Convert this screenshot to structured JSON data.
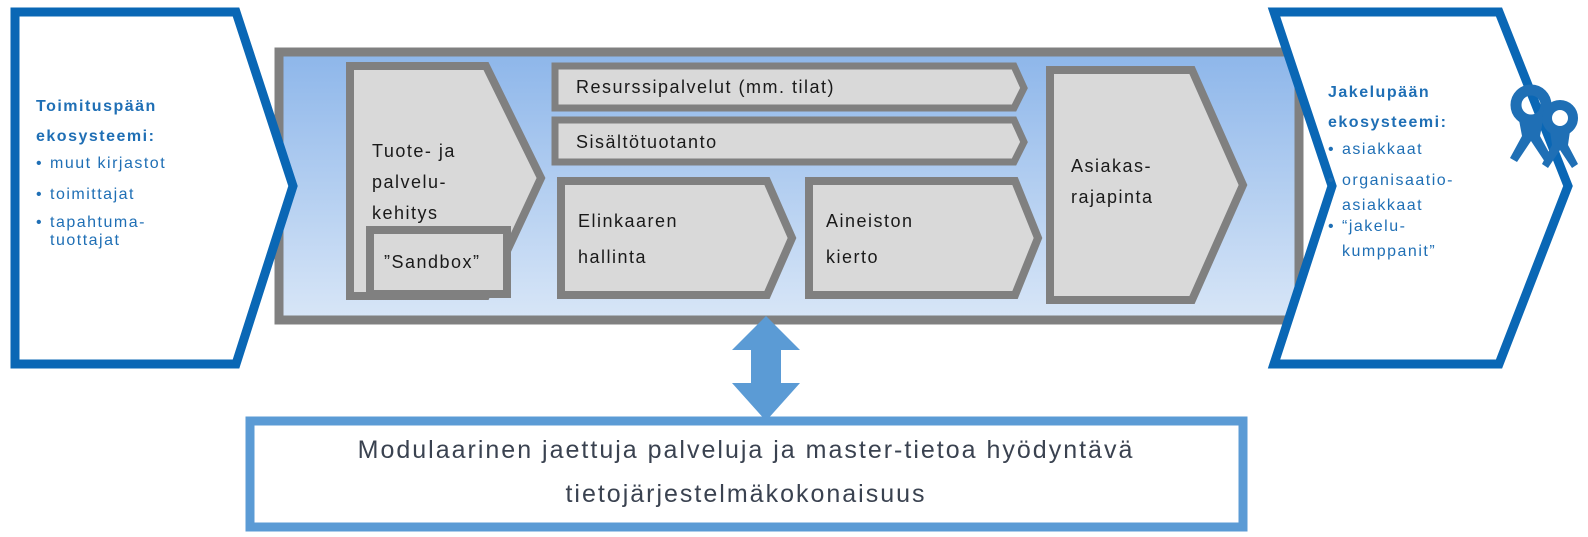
{
  "left_panel": {
    "title_line1": "Toimituspään",
    "title_line2": "ekosysteemi:",
    "items": [
      "muut kirjastot",
      "toimittajat",
      "tapahtuma-\ntuottajat"
    ]
  },
  "right_panel": {
    "title_line1": "Jakelupään",
    "title_line2": "ekosysteemi:",
    "items": [
      "asiakkaat",
      "organisaatio-\nasiakkaat",
      "“jakelu-\nkumppanit”"
    ]
  },
  "processes": {
    "product_dev": "Tuote- ja\npalvelu-\nkehitys",
    "sandbox": "”Sandbox”",
    "resource_services": "Resurssipalvelut (mm. tilat)",
    "content_production": "Sisältötuotanto",
    "lifecycle": "Elinkaaren\nhallinta",
    "circulation": "Aineiston\nkierto",
    "customer_interface": "Asiakas-\nrajapinta"
  },
  "system_box": {
    "text": "Modulaarinen jaettuja palveluja ja master-tietoa hyödyntävä tietojärjestelmäkokonaisuus"
  },
  "icons": {
    "people": "people-icon",
    "arrow": "double-arrow-icon"
  },
  "colors": {
    "blue_border": "#0a67b5",
    "light_blue_border": "#4f95d1",
    "gray_border": "#808080",
    "shape_fill": "#d9d9d9",
    "band_top": "#8db6ea",
    "band_bottom": "#d8e6f7"
  }
}
